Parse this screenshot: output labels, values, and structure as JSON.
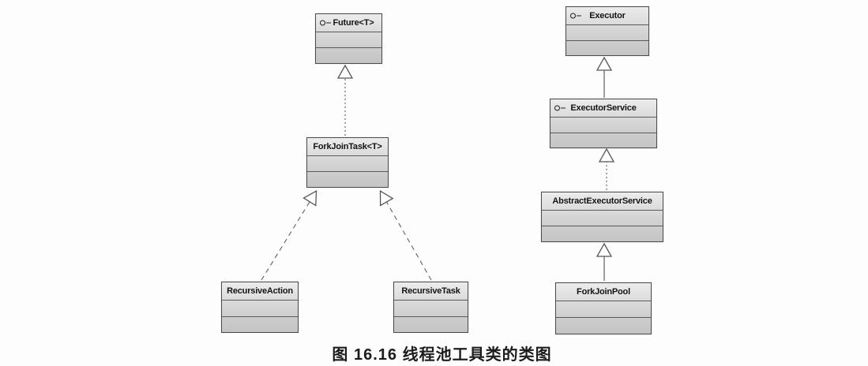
{
  "diagram": {
    "caption": "图 16.16  线程池工具类的类图",
    "classes": [
      {
        "name": "Future<T>",
        "kind": "interface",
        "icon": "interface-lollipop-icon"
      },
      {
        "name": "ForkJoinTask<T>",
        "kind": "abstract-class",
        "icon": null
      },
      {
        "name": "RecursiveAction",
        "kind": "class",
        "icon": null
      },
      {
        "name": "RecursiveTask",
        "kind": "class",
        "icon": null
      },
      {
        "name": "Executor",
        "kind": "interface",
        "icon": "interface-lollipop-icon"
      },
      {
        "name": "ExecutorService",
        "kind": "interface",
        "icon": "interface-lollipop-icon"
      },
      {
        "name": "AbstractExecutorService",
        "kind": "abstract-class",
        "icon": null
      },
      {
        "name": "ForkJoinPool",
        "kind": "class",
        "icon": null
      }
    ],
    "relations": [
      {
        "from": "ForkJoinTask<T>",
        "to": "Future<T>",
        "type": "realization",
        "line": "dotted"
      },
      {
        "from": "RecursiveAction",
        "to": "ForkJoinTask<T>",
        "type": "generalization",
        "line": "dashed"
      },
      {
        "from": "RecursiveTask",
        "to": "ForkJoinTask<T>",
        "type": "generalization",
        "line": "dashed"
      },
      {
        "from": "ExecutorService",
        "to": "Executor",
        "type": "generalization",
        "line": "solid"
      },
      {
        "from": "AbstractExecutorService",
        "to": "ExecutorService",
        "type": "realization",
        "line": "dotted"
      },
      {
        "from": "ForkJoinPool",
        "to": "AbstractExecutorService",
        "type": "generalization",
        "line": "solid"
      }
    ],
    "colors": {
      "box_fill_top": "#ececec",
      "box_fill_bottom": "#c4c4c4",
      "box_border": "#4b4b4b",
      "connector_line": "#6b6b6b",
      "arrowhead_fill": "#ffffff",
      "text": "#141414"
    }
  }
}
